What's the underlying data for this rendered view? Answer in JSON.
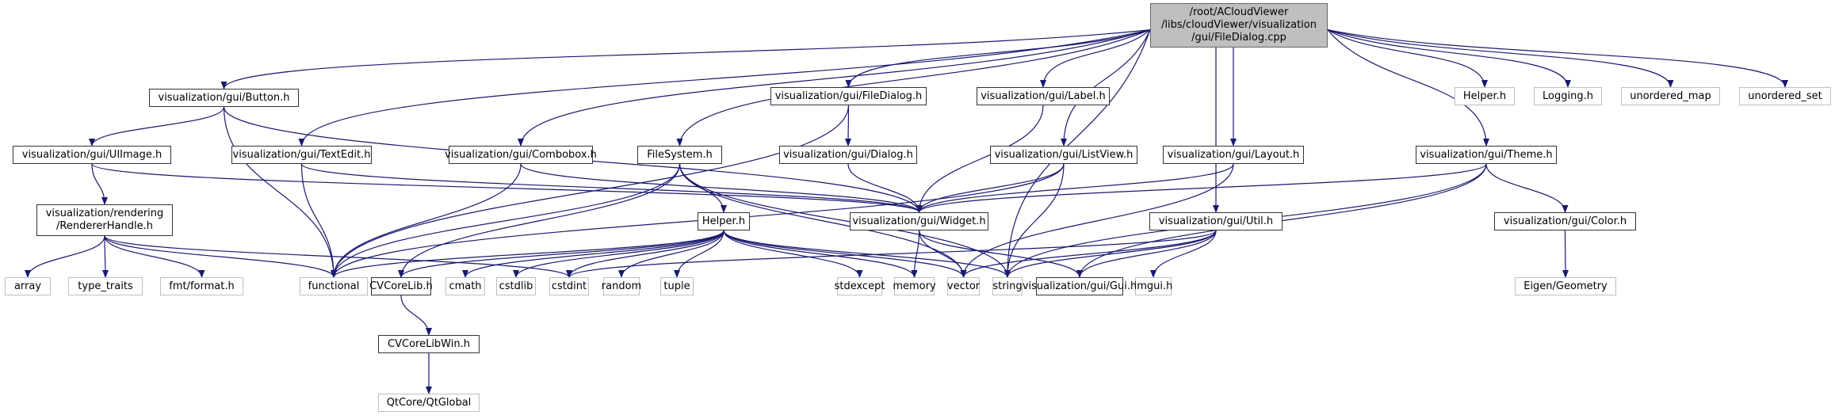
{
  "diagram": {
    "type": "include-dependency-graph",
    "root": "root",
    "colors": {
      "edge": "#191970",
      "root_fill": "#bfbfbf",
      "internal_border": "#333333",
      "external_border": "#bfbfbf"
    },
    "nodes": [
      {
        "id": "root",
        "label": "/root/ACloudViewer\n/libs/cloudViewer/visualization\n/gui/FileDialog.cpp",
        "kind": "root"
      },
      {
        "id": "button",
        "label": "visualization/gui/Button.h",
        "kind": "internal"
      },
      {
        "id": "textedit",
        "label": "visualization/gui/TextEdit.h",
        "kind": "internal"
      },
      {
        "id": "combobox",
        "label": "visualization/gui/Combobox.h",
        "kind": "internal"
      },
      {
        "id": "filesystem",
        "label": "FileSystem.h",
        "kind": "internal"
      },
      {
        "id": "filedialog_h",
        "label": "visualization/gui/FileDialog.h",
        "kind": "internal"
      },
      {
        "id": "dialog",
        "label": "visualization/gui/Dialog.h",
        "kind": "internal"
      },
      {
        "id": "label",
        "label": "visualization/gui/Label.h",
        "kind": "internal"
      },
      {
        "id": "listview",
        "label": "visualization/gui/ListView.h",
        "kind": "internal"
      },
      {
        "id": "layout",
        "label": "visualization/gui/Layout.h",
        "kind": "internal"
      },
      {
        "id": "util",
        "label": "visualization/gui/Util.h",
        "kind": "internal"
      },
      {
        "id": "theme",
        "label": "visualization/gui/Theme.h",
        "kind": "internal"
      },
      {
        "id": "color",
        "label": "visualization/gui/Color.h",
        "kind": "internal"
      },
      {
        "id": "uiimage",
        "label": "visualization/gui/UIImage.h",
        "kind": "internal"
      },
      {
        "id": "rendererhandle",
        "label": "visualization/rendering\n/RendererHandle.h",
        "kind": "internal"
      },
      {
        "id": "widget",
        "label": "visualization/gui/Widget.h",
        "kind": "internal"
      },
      {
        "id": "helper_int",
        "label": "Helper.h",
        "kind": "internal"
      },
      {
        "id": "cvcorelib",
        "label": "CVCoreLib.h",
        "kind": "internal"
      },
      {
        "id": "cvcorelibwin",
        "label": "CVCoreLibWin.h",
        "kind": "internal"
      },
      {
        "id": "gui",
        "label": "visualization/gui/Gui.h",
        "kind": "internal"
      },
      {
        "id": "helper_ext",
        "label": "Helper.h",
        "kind": "external"
      },
      {
        "id": "logging",
        "label": "Logging.h",
        "kind": "external"
      },
      {
        "id": "unordered_map",
        "label": "unordered_map",
        "kind": "external"
      },
      {
        "id": "unordered_set",
        "label": "unordered_set",
        "kind": "external"
      },
      {
        "id": "array",
        "label": "array",
        "kind": "external"
      },
      {
        "id": "type_traits",
        "label": "type_traits",
        "kind": "external"
      },
      {
        "id": "fmt_format",
        "label": "fmt/format.h",
        "kind": "external"
      },
      {
        "id": "functional",
        "label": "functional",
        "kind": "external"
      },
      {
        "id": "cmath",
        "label": "cmath",
        "kind": "external"
      },
      {
        "id": "cstdlib",
        "label": "cstdlib",
        "kind": "external"
      },
      {
        "id": "cstdint",
        "label": "cstdint",
        "kind": "external"
      },
      {
        "id": "random",
        "label": "random",
        "kind": "external"
      },
      {
        "id": "tuple",
        "label": "tuple",
        "kind": "external"
      },
      {
        "id": "stdexcept",
        "label": "stdexcept",
        "kind": "external"
      },
      {
        "id": "memory",
        "label": "memory",
        "kind": "external"
      },
      {
        "id": "vector",
        "label": "vector",
        "kind": "external"
      },
      {
        "id": "string",
        "label": "string",
        "kind": "external"
      },
      {
        "id": "imgui",
        "label": "imgui.h",
        "kind": "external"
      },
      {
        "id": "eigen_geometry",
        "label": "Eigen/Geometry",
        "kind": "external"
      },
      {
        "id": "qtglobal",
        "label": "QtCore/QtGlobal",
        "kind": "external"
      }
    ],
    "edges": [
      [
        "root",
        "button"
      ],
      [
        "root",
        "textedit"
      ],
      [
        "root",
        "combobox"
      ],
      [
        "root",
        "filesystem"
      ],
      [
        "root",
        "filedialog_h"
      ],
      [
        "root",
        "label"
      ],
      [
        "root",
        "listview"
      ],
      [
        "root",
        "layout"
      ],
      [
        "root",
        "util"
      ],
      [
        "root",
        "theme"
      ],
      [
        "root",
        "helper_ext"
      ],
      [
        "root",
        "logging"
      ],
      [
        "root",
        "unordered_map"
      ],
      [
        "root",
        "unordered_set"
      ],
      [
        "root",
        "string"
      ],
      [
        "button",
        "uiimage"
      ],
      [
        "button",
        "functional"
      ],
      [
        "button",
        "widget"
      ],
      [
        "uiimage",
        "rendererhandle"
      ],
      [
        "uiimage",
        "widget"
      ],
      [
        "rendererhandle",
        "array"
      ],
      [
        "rendererhandle",
        "type_traits"
      ],
      [
        "rendererhandle",
        "fmt_format"
      ],
      [
        "rendererhandle",
        "functional"
      ],
      [
        "rendererhandle",
        "cstdint"
      ],
      [
        "textedit",
        "functional"
      ],
      [
        "textedit",
        "widget"
      ],
      [
        "combobox",
        "functional"
      ],
      [
        "combobox",
        "widget"
      ],
      [
        "filesystem",
        "helper_int"
      ],
      [
        "filesystem",
        "functional"
      ],
      [
        "filesystem",
        "cvcorelib"
      ],
      [
        "filesystem",
        "vector"
      ],
      [
        "filesystem",
        "string"
      ],
      [
        "filedialog_h",
        "dialog"
      ],
      [
        "filedialog_h",
        "functional"
      ],
      [
        "dialog",
        "widget"
      ],
      [
        "label",
        "widget"
      ],
      [
        "listview",
        "widget"
      ],
      [
        "listview",
        "functional"
      ],
      [
        "listview",
        "string"
      ],
      [
        "layout",
        "widget"
      ],
      [
        "layout",
        "vector"
      ],
      [
        "theme",
        "widget"
      ],
      [
        "theme",
        "color"
      ],
      [
        "theme",
        "string"
      ],
      [
        "theme",
        "gui"
      ],
      [
        "color",
        "eigen_geometry"
      ],
      [
        "util",
        "gui"
      ],
      [
        "util",
        "imgui"
      ],
      [
        "util",
        "string"
      ],
      [
        "util",
        "vector"
      ],
      [
        "util",
        "cstdint"
      ],
      [
        "widget",
        "memory"
      ],
      [
        "widget",
        "vector"
      ],
      [
        "widget",
        "gui"
      ],
      [
        "helper_int",
        "functional"
      ],
      [
        "helper_int",
        "cvcorelib"
      ],
      [
        "helper_int",
        "cmath"
      ],
      [
        "helper_int",
        "cstdlib"
      ],
      [
        "helper_int",
        "cstdint"
      ],
      [
        "helper_int",
        "random"
      ],
      [
        "helper_int",
        "tuple"
      ],
      [
        "helper_int",
        "stdexcept"
      ],
      [
        "helper_int",
        "memory"
      ],
      [
        "helper_int",
        "vector"
      ],
      [
        "helper_int",
        "string"
      ],
      [
        "cvcorelib",
        "cvcorelibwin"
      ],
      [
        "cvcorelibwin",
        "qtglobal"
      ]
    ]
  }
}
